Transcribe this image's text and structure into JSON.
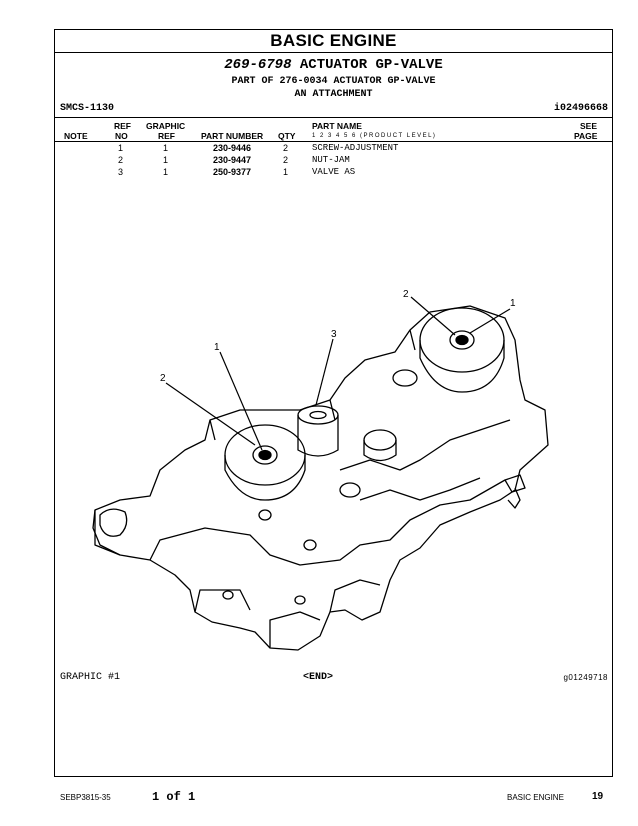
{
  "header": {
    "title": "BASIC ENGINE",
    "part_number": "269-6798",
    "part_title": "ACTUATOR GP-VALVE",
    "part_of": "PART OF 276-0034 ACTUATOR GP-VALVE",
    "attachment": "AN ATTACHMENT",
    "smcs": "SMCS-1130",
    "doc_id": "i02496668"
  },
  "table": {
    "columns": {
      "note": "NOTE",
      "ref_no_1": "REF",
      "ref_no_2": "NO",
      "graphic_ref_1": "GRAPHIC",
      "graphic_ref_2": "REF",
      "part_number": "PART NUMBER",
      "qty": "QTY",
      "part_name": "PART NAME",
      "product_level": "1 2 3 4 5 6 (PRODUCT LEVEL)",
      "see_page_1": "SEE",
      "see_page_2": "PAGE"
    },
    "rows": [
      {
        "ref": "1",
        "graphic": "1",
        "part_number": "230-9446",
        "qty": "2",
        "name": "SCREW-ADJUSTMENT"
      },
      {
        "ref": "2",
        "graphic": "1",
        "part_number": "230-9447",
        "qty": "2",
        "name": "NUT-JAM"
      },
      {
        "ref": "3",
        "graphic": "1",
        "part_number": "250-9377",
        "qty": "1",
        "name": "VALVE AS"
      }
    ]
  },
  "graphic": {
    "callouts": [
      "2",
      "1",
      "3",
      "1",
      "2"
    ],
    "label": "GRAPHIC #1",
    "end": "<END>",
    "graphic_id": "g01249718"
  },
  "footer": {
    "doc": "SEBP3815-35",
    "page_of": "1 of 1",
    "section": "BASIC ENGINE",
    "page_number": "19"
  }
}
